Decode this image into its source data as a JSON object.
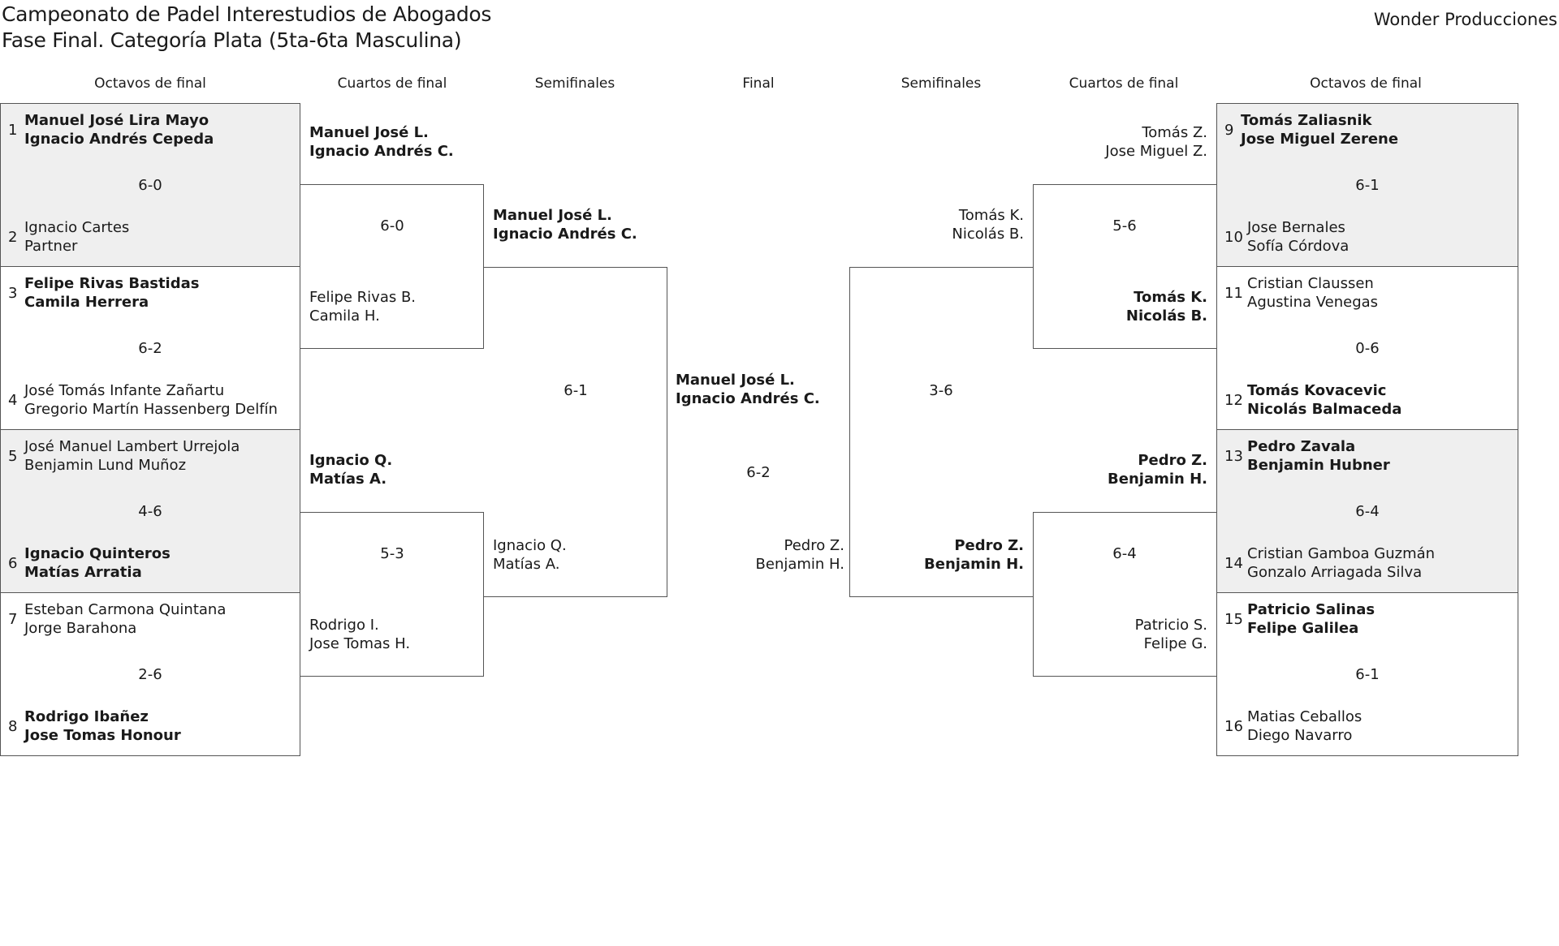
{
  "header": {
    "title_line1": "Campeonato de Padel Interestudios de Abogados",
    "title_line2": "Fase Final. Categoría Plata (5ta-6ta Masculina)",
    "organizer": "Wonder Producciones"
  },
  "rounds": {
    "left_r16": "Octavos de final",
    "left_qf": "Cuartos de final",
    "left_sf": "Semifinales",
    "final": "Final",
    "right_sf": "Semifinales",
    "right_qf": "Cuartos de final",
    "right_r16": "Octavos de final"
  },
  "left_r16": [
    {
      "seedA": "1",
      "a1": "Manuel José Lira Mayo",
      "a2": "Ignacio Andrés Cepeda",
      "score": "6-0",
      "seedB": "2",
      "b1": "Ignacio Cartes",
      "b2": "Partner",
      "winner": "A",
      "shaded": true
    },
    {
      "seedA": "3",
      "a1": "Felipe Rivas Bastidas",
      "a2": "Camila Herrera",
      "score": "6-2",
      "seedB": "4",
      "b1": "José Tomás Infante Zañartu",
      "b2": "Gregorio Martín Hassenberg Delfín",
      "winner": "A",
      "shaded": false
    },
    {
      "seedA": "5",
      "a1": "José Manuel Lambert Urrejola",
      "a2": "Benjamin Lund Muñoz",
      "score": "4-6",
      "seedB": "6",
      "b1": "Ignacio Quinteros",
      "b2": "Matías Arratia",
      "winner": "B",
      "shaded": true
    },
    {
      "seedA": "7",
      "a1": "Esteban Carmona Quintana",
      "a2": "Jorge Barahona",
      "score": "2-6",
      "seedB": "8",
      "b1": "Rodrigo Ibañez",
      "b2": "Jose Tomas Honour",
      "winner": "B",
      "shaded": false
    }
  ],
  "right_r16": [
    {
      "seedA": "9",
      "a1": "Tomás Zaliasnik",
      "a2": "Jose Miguel Zerene",
      "score": "6-1",
      "seedB": "10",
      "b1": "Jose Bernales",
      "b2": "Sofía Córdova",
      "winner": "A",
      "shaded": true
    },
    {
      "seedA": "11",
      "a1": "Cristian Claussen",
      "a2": "Agustina Venegas",
      "score": "0-6",
      "seedB": "12",
      "b1": "Tomás Kovacevic",
      "b2": "Nicolás Balmaceda",
      "winner": "B",
      "shaded": false
    },
    {
      "seedA": "13",
      "a1": "Pedro Zavala",
      "a2": "Benjamin Hubner",
      "score": "6-4",
      "seedB": "14",
      "b1": "Cristian Gamboa Guzmán",
      "b2": "Gonzalo Arriagada Silva",
      "winner": "A",
      "shaded": true
    },
    {
      "seedA": "15",
      "a1": "Patricio Salinas",
      "a2": "Felipe Galilea",
      "score": "6-1",
      "seedB": "16",
      "b1": "Matias Ceballos",
      "b2": "Diego Navarro",
      "winner": "A",
      "shaded": false
    }
  ],
  "left_qf": [
    {
      "a1": "Manuel José L.",
      "a2": "Ignacio Andrés C.",
      "score": "6-0",
      "b1": "Felipe Rivas B.",
      "b2": "Camila H.",
      "winner": "A"
    },
    {
      "a1": "Ignacio Q.",
      "a2": "Matías A.",
      "score": "5-3",
      "b1": "Rodrigo I.",
      "b2": "Jose Tomas H.",
      "winner": "A"
    }
  ],
  "right_qf": [
    {
      "a1": "Tomás Z.",
      "a2": "Jose Miguel Z.",
      "score": "5-6",
      "b1": "Tomás K.",
      "b2": "Nicolás B.",
      "winner": "B"
    },
    {
      "a1": "Pedro Z.",
      "a2": "Benjamin H.",
      "score": "6-4",
      "b1": "Patricio S.",
      "b2": "Felipe G.",
      "winner": "A"
    }
  ],
  "left_sf": {
    "a1": "Manuel José L.",
    "a2": "Ignacio Andrés C.",
    "score": "6-1",
    "b1": "Ignacio Q.",
    "b2": "Matías A.",
    "winner": "A"
  },
  "right_sf": {
    "a1": "Tomás K.",
    "a2": "Nicolás B.",
    "score": "3-6",
    "b1": "Pedro Z.",
    "b2": "Benjamin H.",
    "winner": "B"
  },
  "final": {
    "a1": "Manuel José L.",
    "a2": "Ignacio Andrés C.",
    "score": "6-2",
    "b1": "Pedro Z.",
    "b2": "Benjamin H.",
    "winner": "A"
  }
}
